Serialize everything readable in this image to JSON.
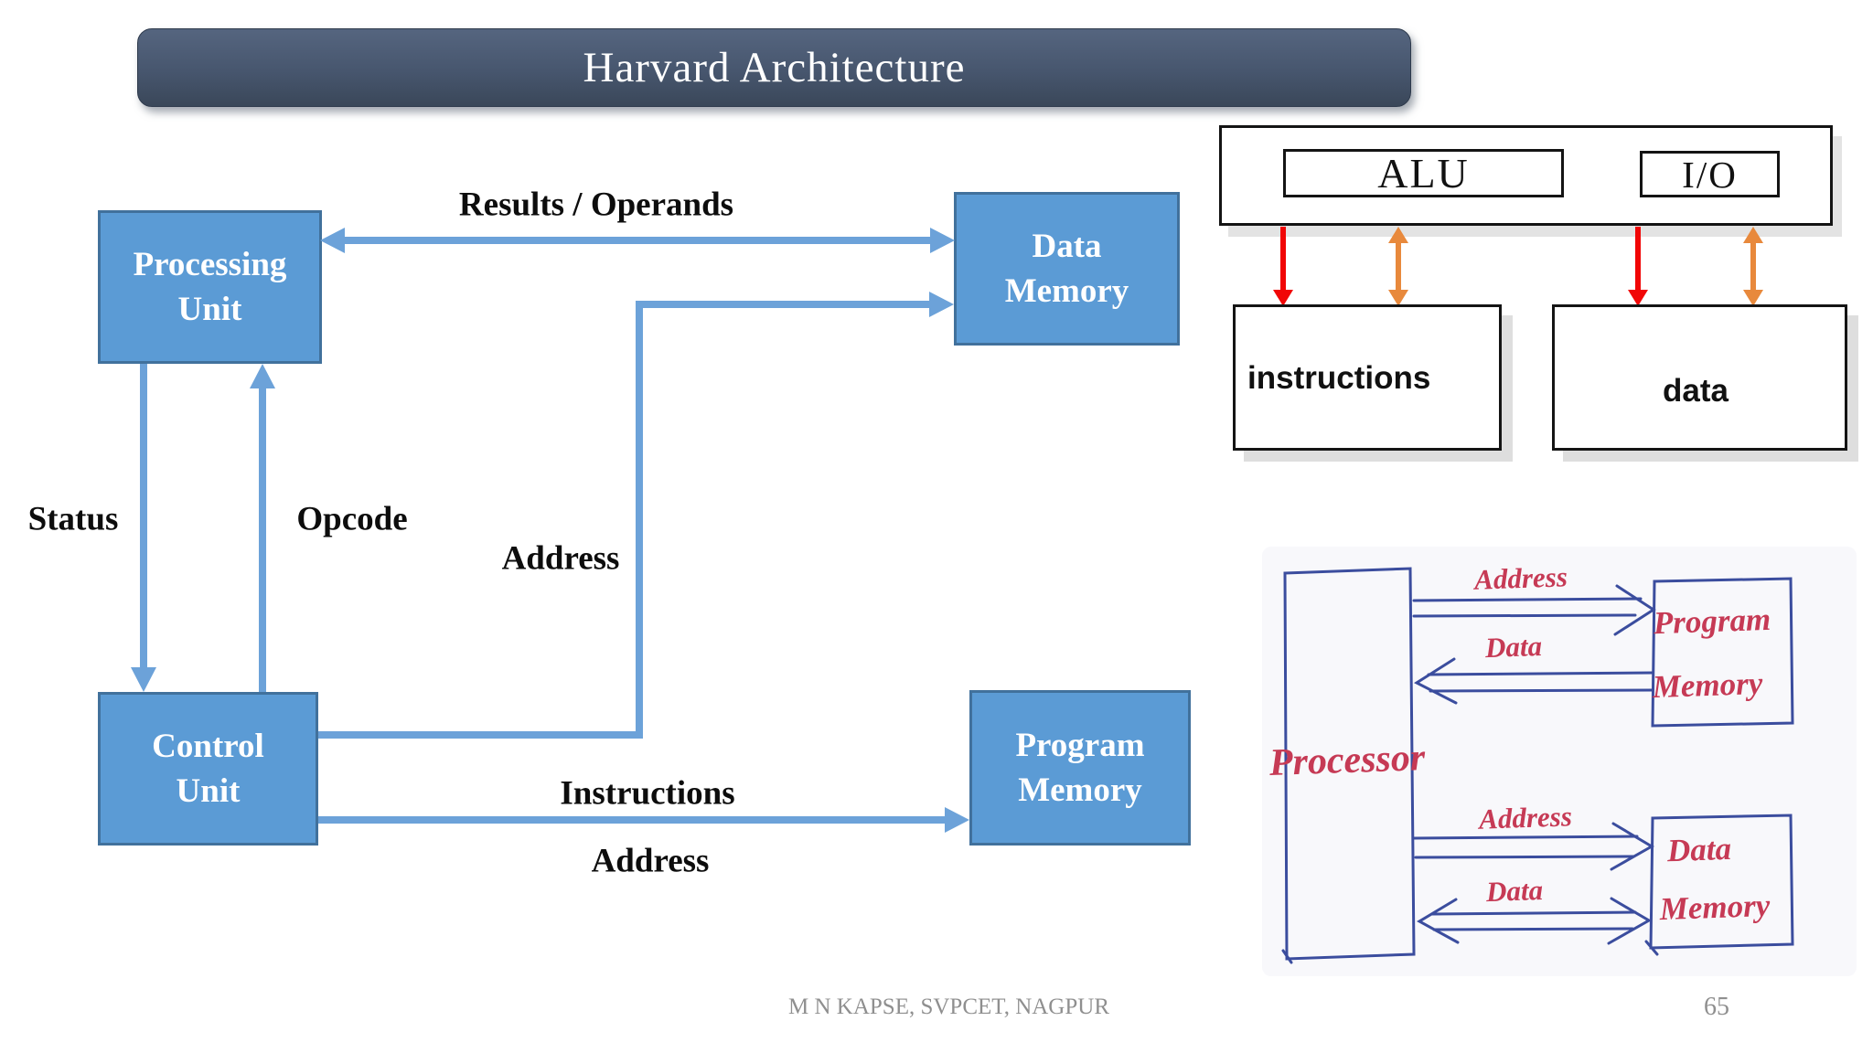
{
  "slide": {
    "title": "Harvard Architecture"
  },
  "flow_diagram": {
    "nodes": {
      "processing_unit": {
        "line1": "Processing",
        "line2": "Unit"
      },
      "control_unit": {
        "line1": "Control",
        "line2": "Unit"
      },
      "data_memory": {
        "line1": "Data",
        "line2": "Memory"
      },
      "program_memory": {
        "line1": "Program",
        "line2": "Memory"
      }
    },
    "edge_labels": {
      "results_operands": "Results / Operands",
      "status": "Status",
      "opcode": "Opcode",
      "address_data": "Address",
      "instructions": "Instructions",
      "address_program": "Address"
    }
  },
  "io_diagram": {
    "alu": "ALU",
    "io": "I/O",
    "instructions_box": "instructions",
    "data_box": "data"
  },
  "sketch_diagram": {
    "processor": "Processor",
    "program_memory": {
      "line1": "Program",
      "line2": "Memory"
    },
    "data_memory": {
      "line1": "Data",
      "line2": "Memory"
    },
    "labels": {
      "address_top": "Address",
      "data_top": "Data",
      "address_bottom": "Address",
      "data_bottom": "Data"
    }
  },
  "footer": {
    "credit": "M N KAPSE, SVPCET, NAGPUR",
    "page_number": "65"
  },
  "colors": {
    "box_fill": "#5b9bd5",
    "box_border": "#41719c",
    "arrow_blue": "#6ca2d9",
    "banner": "#44546a",
    "arrow_red": "#f10606",
    "arrow_orange": "#e8893c",
    "sketch_ink": "#3b4d9e",
    "sketch_script": "#c63a55",
    "footer_gray": "#8f8f8f"
  }
}
